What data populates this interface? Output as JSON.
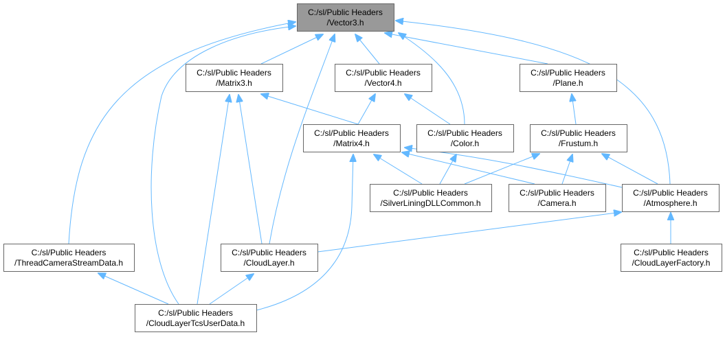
{
  "colors": {
    "edge": "#63b8ff",
    "node_fill": "#ffffff",
    "node_highlight_fill": "#999999",
    "node_border": "#666666"
  },
  "nodes": [
    {
      "id": "vector3",
      "lines": [
        "C:/sl/Public Headers",
        "/Vector3.h"
      ],
      "highlight": true
    },
    {
      "id": "matrix3",
      "lines": [
        "C:/sl/Public Headers",
        "/Matrix3.h"
      ]
    },
    {
      "id": "vector4",
      "lines": [
        "C:/sl/Public Headers",
        "/Vector4.h"
      ]
    },
    {
      "id": "plane",
      "lines": [
        "C:/sl/Public Headers",
        "/Plane.h"
      ]
    },
    {
      "id": "matrix4",
      "lines": [
        "C:/sl/Public Headers",
        "/Matrix4.h"
      ]
    },
    {
      "id": "color",
      "lines": [
        "C:/sl/Public Headers",
        "/Color.h"
      ]
    },
    {
      "id": "frustum",
      "lines": [
        "C:/sl/Public Headers",
        "/Frustum.h"
      ]
    },
    {
      "id": "silverlining",
      "lines": [
        "C:/sl/Public Headers",
        "/SilverLiningDLLCommon.h"
      ]
    },
    {
      "id": "camera",
      "lines": [
        "C:/sl/Public Headers",
        "/Camera.h"
      ]
    },
    {
      "id": "atmosphere",
      "lines": [
        "C:/sl/Public Headers",
        "/Atmosphere.h"
      ]
    },
    {
      "id": "threadcamera",
      "lines": [
        "C:/sl/Public Headers",
        "/ThreadCameraStreamData.h"
      ]
    },
    {
      "id": "cloudlayer",
      "lines": [
        "C:/sl/Public Headers",
        "/CloudLayer.h"
      ]
    },
    {
      "id": "cloudlayerfactory",
      "lines": [
        "C:/sl/Public Headers",
        "/CloudLayerFactory.h"
      ]
    },
    {
      "id": "cloudlayertcs",
      "lines": [
        "C:/sl/Public Headers",
        "/CloudLayerTcsUserData.h"
      ]
    }
  ],
  "edges": [
    {
      "from": "matrix3",
      "to": "vector3"
    },
    {
      "from": "vector4",
      "to": "vector3"
    },
    {
      "from": "plane",
      "to": "vector3"
    },
    {
      "from": "color",
      "to": "vector3"
    },
    {
      "from": "atmosphere",
      "to": "vector3"
    },
    {
      "from": "threadcamera",
      "to": "vector3"
    },
    {
      "from": "cloudlayer",
      "to": "vector3"
    },
    {
      "from": "cloudlayertcs",
      "to": "vector3"
    },
    {
      "from": "matrix4",
      "to": "matrix3"
    },
    {
      "from": "cloudlayer",
      "to": "matrix3"
    },
    {
      "from": "cloudlayertcs",
      "to": "matrix3"
    },
    {
      "from": "matrix4",
      "to": "vector4"
    },
    {
      "from": "color",
      "to": "vector4"
    },
    {
      "from": "frustum",
      "to": "plane"
    },
    {
      "from": "silverlining",
      "to": "matrix4"
    },
    {
      "from": "camera",
      "to": "matrix4"
    },
    {
      "from": "atmosphere",
      "to": "matrix4"
    },
    {
      "from": "cloudlayertcs",
      "to": "matrix4"
    },
    {
      "from": "silverlining",
      "to": "color"
    },
    {
      "from": "silverlining",
      "to": "frustum"
    },
    {
      "from": "camera",
      "to": "frustum"
    },
    {
      "from": "atmosphere",
      "to": "frustum"
    },
    {
      "from": "cloudlayer",
      "to": "atmosphere"
    },
    {
      "from": "cloudlayerfactory",
      "to": "atmosphere"
    },
    {
      "from": "cloudlayertcs",
      "to": "threadcamera"
    },
    {
      "from": "cloudlayertcs",
      "to": "cloudlayer"
    }
  ]
}
